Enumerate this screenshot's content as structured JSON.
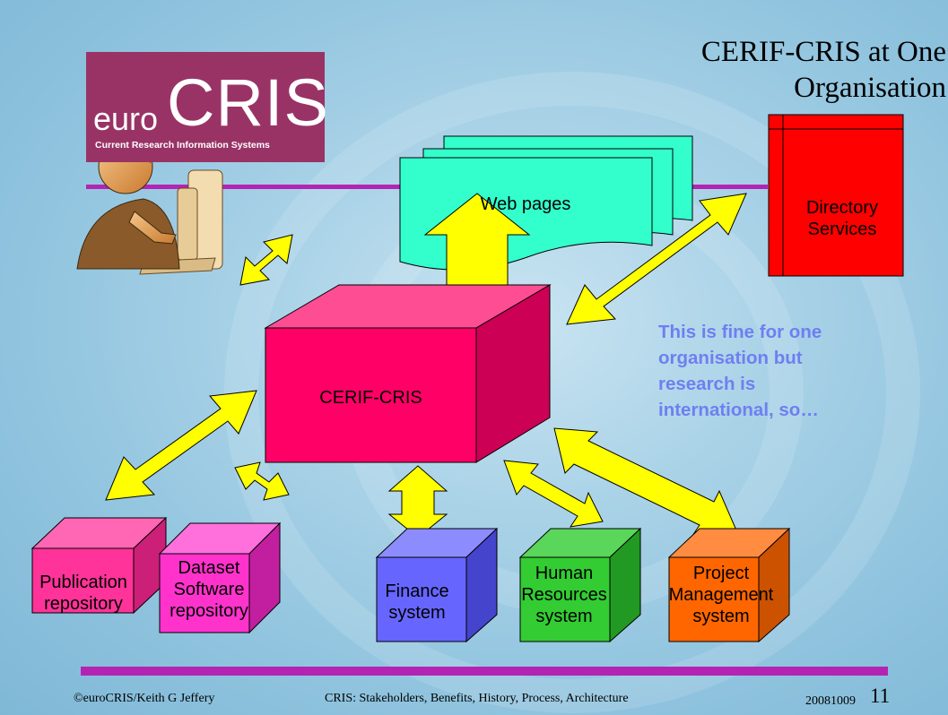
{
  "slide": {
    "title_line1": "CERIF-CRIS at One",
    "title_line2": "Organisation"
  },
  "logo": {
    "text_left": "euro",
    "text_right": "CRIS",
    "tagline": "Current Research Information Systems"
  },
  "diagram": {
    "center_node": "CERIF-CRIS",
    "web_pages": "Web pages",
    "directory_line1": "Directory",
    "directory_line2": "Services",
    "publication_line1": "Publication",
    "publication_line2": "repository",
    "dataset_line1": "Dataset",
    "dataset_line2": "Software",
    "dataset_line3": "repository",
    "finance_line1": "Finance",
    "finance_line2": "system",
    "hr_line1": "Human",
    "hr_line2": "Resources",
    "hr_line3": "system",
    "project_line1": "Project",
    "project_line2": "Management",
    "project_line3": "system"
  },
  "note": {
    "line1": "This is fine for one",
    "line2": "organisation but",
    "line3": "research is",
    "line4": "international, so…"
  },
  "footer": {
    "copyright": "©euroCRIS/Keith G Jeffery",
    "subject": "CRIS: Stakeholders, Benefits, History, Process, Architecture",
    "date": "20081009",
    "page_number": "11"
  },
  "colors": {
    "cerif": "#ff0066",
    "web_pages": "#33ffcc",
    "directory": "#ff0000",
    "publication": "#ff3399",
    "dataset": "#ff33cc",
    "finance": "#6666ff",
    "hr": "#33cc33",
    "project": "#ff6600",
    "arrow": "#ffff00",
    "rule": "#b324b3",
    "note_text": "#6f7ff0"
  }
}
